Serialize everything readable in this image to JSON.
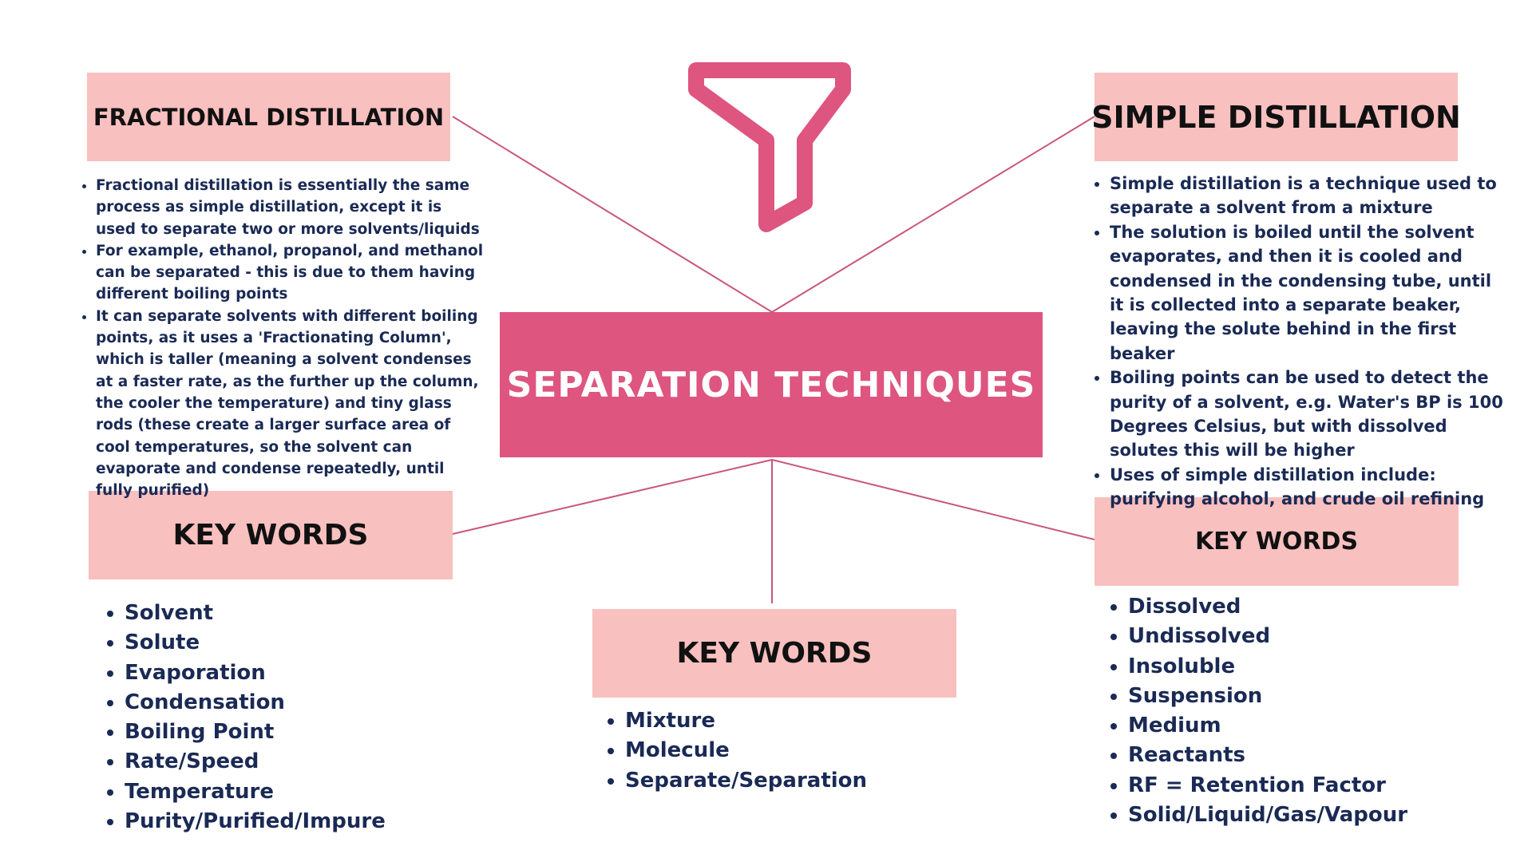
{
  "center": {
    "title": "SEPARATION TECHNIQUES"
  },
  "fractional": {
    "title": "FRACTIONAL DISTILLATION",
    "points": [
      "Fractional distillation is essentially the same process as simple distillation, except it is used to separate two or more solvents/liquids",
      "For example, ethanol, propanol, and methanol can be separated - this is due to them having different boiling points",
      "It can separate solvents with different boiling points, as it uses a 'Fractionating Column', which is taller (meaning a solvent condenses at a faster rate, as the further up the column, the cooler the temperature) and tiny glass rods (these create a larger surface area of cool temperatures, so the solvent can evaporate and condense repeatedly, until fully purified)"
    ]
  },
  "simple": {
    "title": "SIMPLE DISTILLATION",
    "points": [
      "Simple distillation is a technique used to separate a solvent from a mixture",
      "The solution is boiled until the solvent evaporates, and then it is cooled and condensed in the condensing tube, until it is collected into a separate beaker, leaving the solute behind in the first beaker",
      "Boiling points can be used to detect the purity of a solvent, e.g. Water's BP is 100 Degrees Celsius, but with dissolved solutes this will be higher",
      "Uses of simple distillation include: purifying alcohol, and crude oil refining"
    ]
  },
  "keywords_left": {
    "title": "KEY WORDS",
    "items": [
      "Solvent",
      "Solute",
      "Evaporation",
      "Condensation",
      "Boiling Point",
      "Rate/Speed",
      "Temperature",
      "Purity/Purified/Impure"
    ]
  },
  "keywords_middle": {
    "title": "KEY WORDS",
    "items": [
      "Mixture",
      "Molecule",
      "Separate/Separation"
    ]
  },
  "keywords_right": {
    "title": "KEY WORDS",
    "items": [
      "Dissolved",
      "Undissolved",
      "Insoluble",
      "Suspension",
      "Medium",
      "Reactants",
      "RF = Retention Factor",
      "Solid/Liquid/Gas/Vapour"
    ]
  },
  "colors": {
    "accent": "#de5580",
    "box_fill": "#f9c0c0",
    "text_dark": "#1a2a55",
    "line": "#c9577a"
  },
  "icon": "funnel-icon"
}
